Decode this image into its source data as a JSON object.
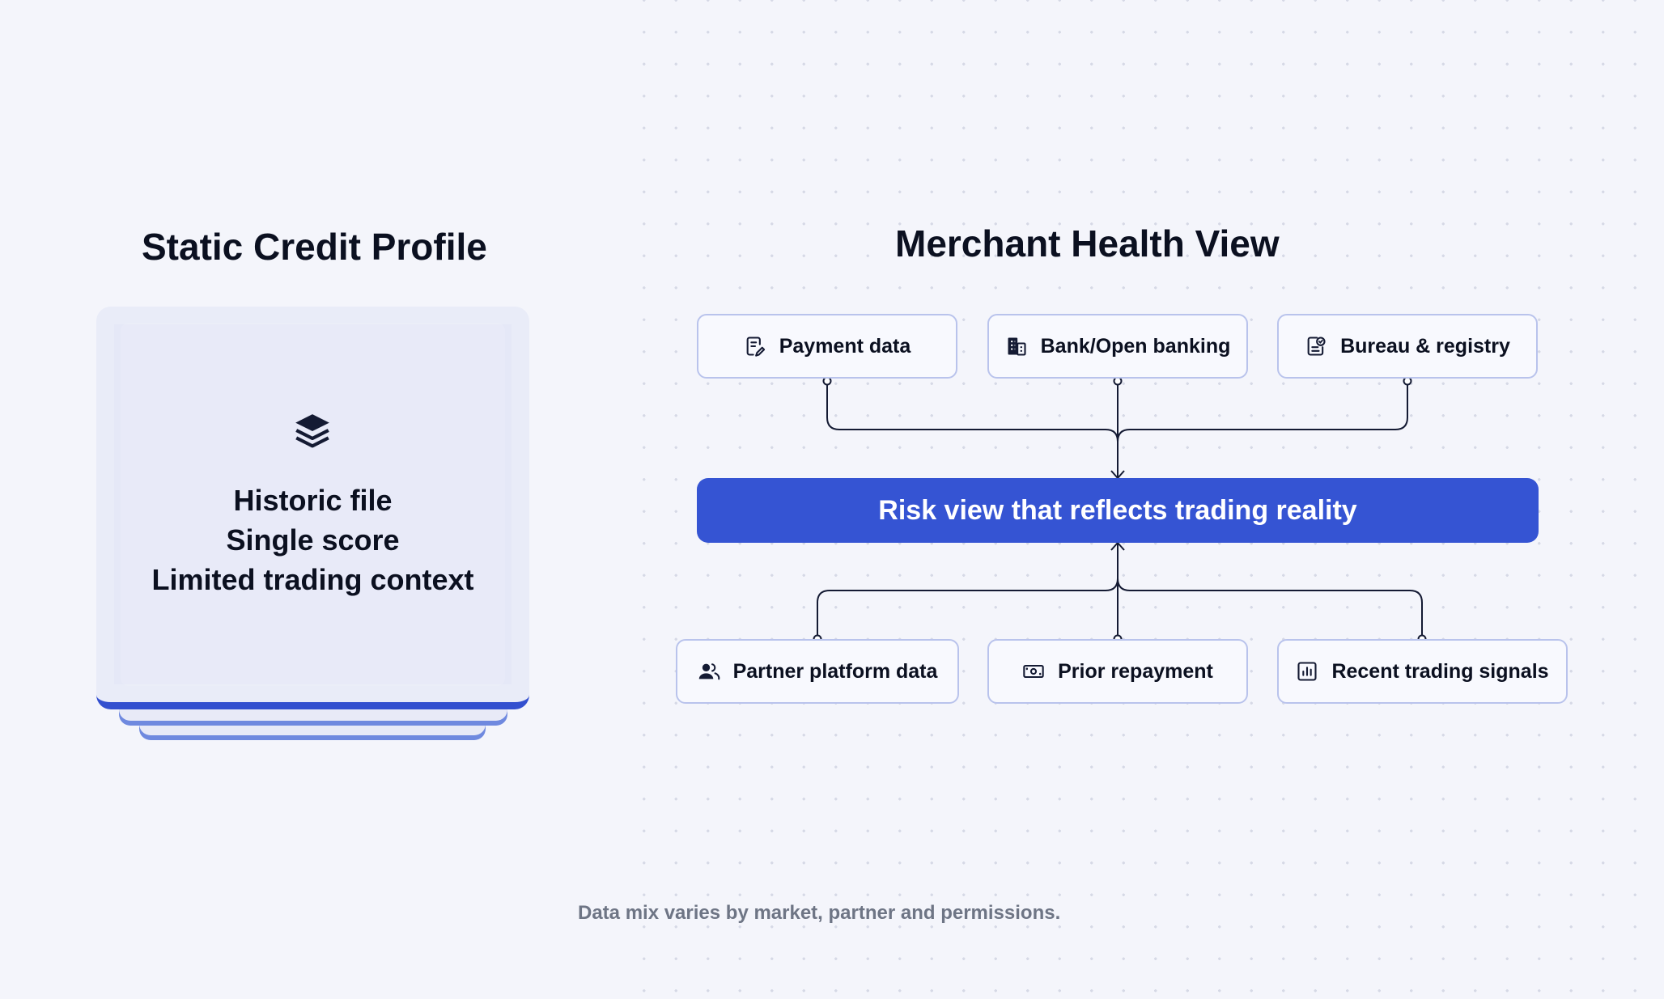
{
  "left": {
    "title": "Static Credit Profile",
    "lines": [
      "Historic file",
      "Single score",
      "Limited trading context"
    ]
  },
  "right": {
    "title": "Merchant Health View",
    "top_sources": [
      {
        "label": "Payment data",
        "icon": "document-edit-icon"
      },
      {
        "label": "Bank/Open banking",
        "icon": "bank-building-icon"
      },
      {
        "label": "Bureau & registry",
        "icon": "registry-check-icon"
      }
    ],
    "center": "Risk view that reflects trading reality",
    "bottom_sources": [
      {
        "label": "Partner platform data",
        "icon": "users-icon"
      },
      {
        "label": "Prior repayment",
        "icon": "banknote-icon"
      },
      {
        "label": "Recent trading signals",
        "icon": "bar-chart-icon"
      }
    ]
  },
  "footnote": "Data mix varies by market, partner and permissions.",
  "colors": {
    "accent": "#3554d3",
    "card": "#e5e8f7",
    "node_border": "#b9c3ec",
    "background": "#f4f5fb"
  }
}
